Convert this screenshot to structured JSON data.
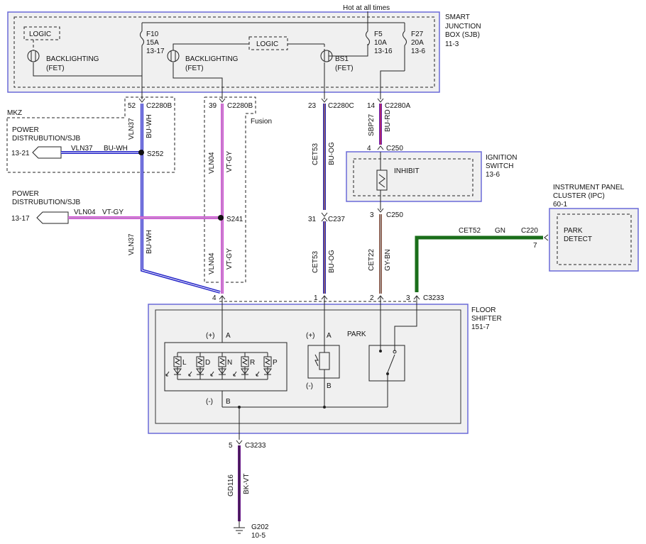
{
  "hot_label": "Hot at all times",
  "sjb": {
    "title": [
      "SMART",
      "JUNCTION",
      "BOX (SJB)"
    ],
    "ref": "11-3",
    "logic_left": "LOGIC",
    "logic_mid": "LOGIC",
    "backlight1": [
      "BACKLIGHTING",
      "(FET)"
    ],
    "backlight2": [
      "BACKLIGHTING",
      "(FET)"
    ],
    "bs1": [
      "BS1",
      "(FET)"
    ],
    "f10": [
      "F10",
      "15A",
      "13-17"
    ],
    "f5": [
      "F5",
      "10A",
      "13-16"
    ],
    "f27": [
      "F27",
      "20A",
      "13-6"
    ]
  },
  "connectors": {
    "c2280b_52": {
      "pin": "52",
      "name": "C2280B"
    },
    "c2280b_39": {
      "pin": "39",
      "name": "C2280B"
    },
    "c2280c_23": {
      "pin": "23",
      "name": "C2280C"
    },
    "c2280a_14": {
      "pin": "14",
      "name": "C2280A"
    },
    "c250_4": {
      "pin": "4",
      "name": "C250"
    },
    "c250_3": {
      "pin": "3",
      "name": "C250"
    },
    "c237_31": {
      "pin": "31",
      "name": "C237"
    },
    "c220_7": {
      "pin": "7",
      "name": "C220"
    },
    "c3233_pins": [
      "4",
      "1",
      "2",
      "3"
    ],
    "c3233_name": "C3233",
    "c3233_5": {
      "pin": "5",
      "name": "C3233"
    }
  },
  "splices": {
    "s252": "S252",
    "s241": "S241"
  },
  "variants": {
    "mkz": "MKZ",
    "fusion": "Fusion"
  },
  "power1": {
    "title": [
      "POWER",
      "DISTRUBUTION/SJB"
    ],
    "ref": "13-21",
    "circuit": "VLN37",
    "color": "BU-WH"
  },
  "power2": {
    "title": [
      "POWER",
      "DISTRUBUTION/SJB"
    ],
    "ref": "13-17",
    "circuit": "VLN04",
    "color": "VT-GY"
  },
  "wires": {
    "vln37": {
      "circuit": "VLN37",
      "color": "BU-WH"
    },
    "vln04": {
      "circuit": "VLN04",
      "color": "VT-GY"
    },
    "cet53": {
      "circuit": "CET53",
      "color": "BU-OG"
    },
    "sbp27": {
      "circuit": "SBP27",
      "color": "BU-RD"
    },
    "cet22": {
      "circuit": "CET22",
      "color": "GY-BN"
    },
    "cet52": {
      "circuit": "CET52",
      "color": "GN"
    },
    "gd116": {
      "circuit": "GD116",
      "color": "BK-VT"
    }
  },
  "ignition": {
    "title": [
      "IGNITION",
      "SWITCH"
    ],
    "ref": "13-6",
    "inhibit": "INHIBIT"
  },
  "ipc": {
    "title": [
      "INSTRUMENT PANEL",
      "CLUSTER (IPC)"
    ],
    "ref": "60-1",
    "park_detect": [
      "PARK",
      "DETECT"
    ]
  },
  "shifter": {
    "title": [
      "FLOOR",
      "SHIFTER"
    ],
    "ref": "151-7",
    "park": "PARK",
    "plus": "(+)",
    "minus": "(-)",
    "a": "A",
    "b": "B",
    "leds": [
      "L",
      "D",
      "N",
      "R",
      "P"
    ]
  },
  "ground": {
    "name": "G202",
    "ref": "10-5"
  },
  "colors": {
    "buwh": "#2424c8",
    "vtgy": "#d24fd8",
    "gn": "#1a6e1a",
    "box_border": "#6a6ad8"
  }
}
